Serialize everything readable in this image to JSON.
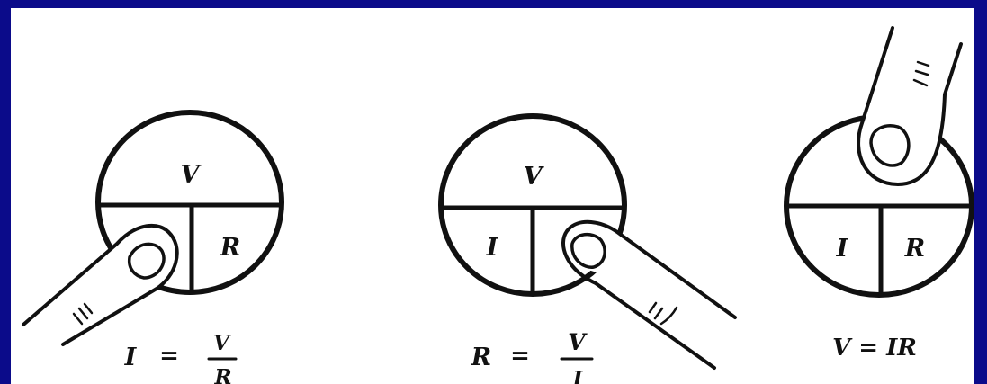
{
  "colors": {
    "border": "#0b0b8a",
    "background": "#ffffff",
    "ink": "#111111"
  },
  "panels": [
    {
      "id": "left",
      "top_label": "V",
      "bottom_left_label": "",
      "bottom_right_label": "R",
      "covered_quantity": "I",
      "formula": {
        "lhs": "I",
        "eq": "=",
        "num": "V",
        "den": "R"
      }
    },
    {
      "id": "middle",
      "top_label": "V",
      "bottom_left_label": "I",
      "bottom_right_label": "",
      "covered_quantity": "R",
      "formula": {
        "lhs": "R",
        "eq": "=",
        "num": "V",
        "den": "I"
      }
    },
    {
      "id": "right",
      "top_label": "",
      "bottom_left_label": "I",
      "bottom_right_label": "R",
      "covered_quantity": "V",
      "formula": {
        "text": "V = IR"
      }
    }
  ]
}
